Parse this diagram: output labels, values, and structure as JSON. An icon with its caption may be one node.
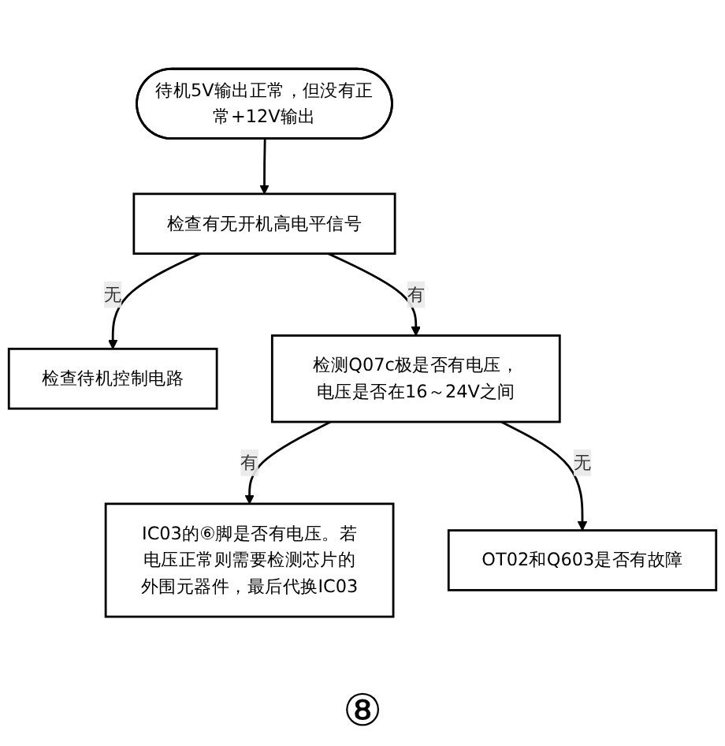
{
  "diagram": {
    "nodes": [
      {
        "text": [
          "待机5V输出正常，但没有正常+12V输出"
        ]
      },
      {
        "text": [
          "检查有无开机高电平信号"
        ]
      },
      {
        "text": [
          "检查待机控制电路"
        ]
      },
      {
        "text": [
          "检测Q07c极是否有电压，电压是否在16～24V之间"
        ]
      },
      {
        "text": [
          "IC03的⑥脚是否有电压。若电压正常则需要检测芯片的外围元器件，最后代换IC03"
        ]
      },
      {
        "text": [
          "OT02和Q603是否有故障"
        ]
      }
    ],
    "edges": [
      {
        "from": 0,
        "to": 1,
        "arrow": "to"
      },
      {
        "from": 1,
        "to": 2,
        "label": "无",
        "arrow": "to"
      },
      {
        "from": 1,
        "to": 3,
        "label": "有",
        "arrow": "to"
      },
      {
        "from": 3,
        "to": 4,
        "label": "有",
        "arrow": "to"
      },
      {
        "from": 3,
        "to": 5,
        "label": "无",
        "arrow": "to"
      }
    ],
    "labels": [
      "⑧"
    ]
  }
}
